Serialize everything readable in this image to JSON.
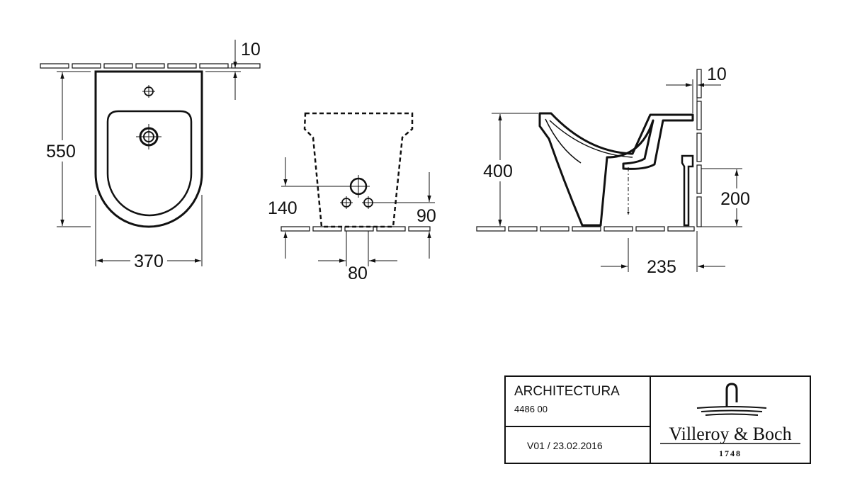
{
  "dimensions": {
    "top_view": {
      "wall_gap": "10",
      "depth": "550",
      "width": "370"
    },
    "rear_view": {
      "height_large": "140",
      "height_small": "90",
      "spacing": "80"
    },
    "side_view": {
      "wall_gap": "10",
      "height": "400",
      "outlet_height": "200",
      "outlet_offset": "235"
    }
  },
  "title_block": {
    "product_name": "ARCHITECTURA",
    "article_number": "4486 00",
    "version": "V01 / 23.02.2016",
    "brand_name": "Villeroy & Boch",
    "brand_year": "1748",
    "logo_icon": "tap-with-water-waves-logo"
  }
}
